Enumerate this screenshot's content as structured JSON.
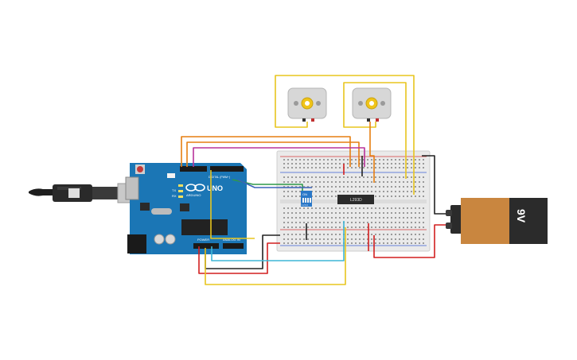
{
  "arduino": {
    "logo_text": "ARDUINO",
    "model_text": "UNO",
    "tx_label": "TX",
    "rx_label": "RX",
    "power_label": "POWER",
    "analog_label": "ANALOG IN",
    "digital_label": "DIGITAL (PWM~)"
  },
  "ic": {
    "label": "L293D"
  },
  "dip_switch": {
    "label": "ON",
    "numbers": "1 2 3 4"
  },
  "battery": {
    "label": "9V"
  },
  "colors": {
    "wire_red": "#d21f1f",
    "wire_black": "#222222",
    "wire_yellow": "#e8c51e",
    "wire_orange": "#e67e10",
    "wire_magenta": "#b8329a",
    "wire_green": "#2f9a4a",
    "wire_cyan": "#3eb6d6",
    "wire_blue": "#3a62b8",
    "arduino_board": "#1b76b5",
    "battery_body": "#c9863f",
    "battery_top": "#2b2b2b"
  }
}
